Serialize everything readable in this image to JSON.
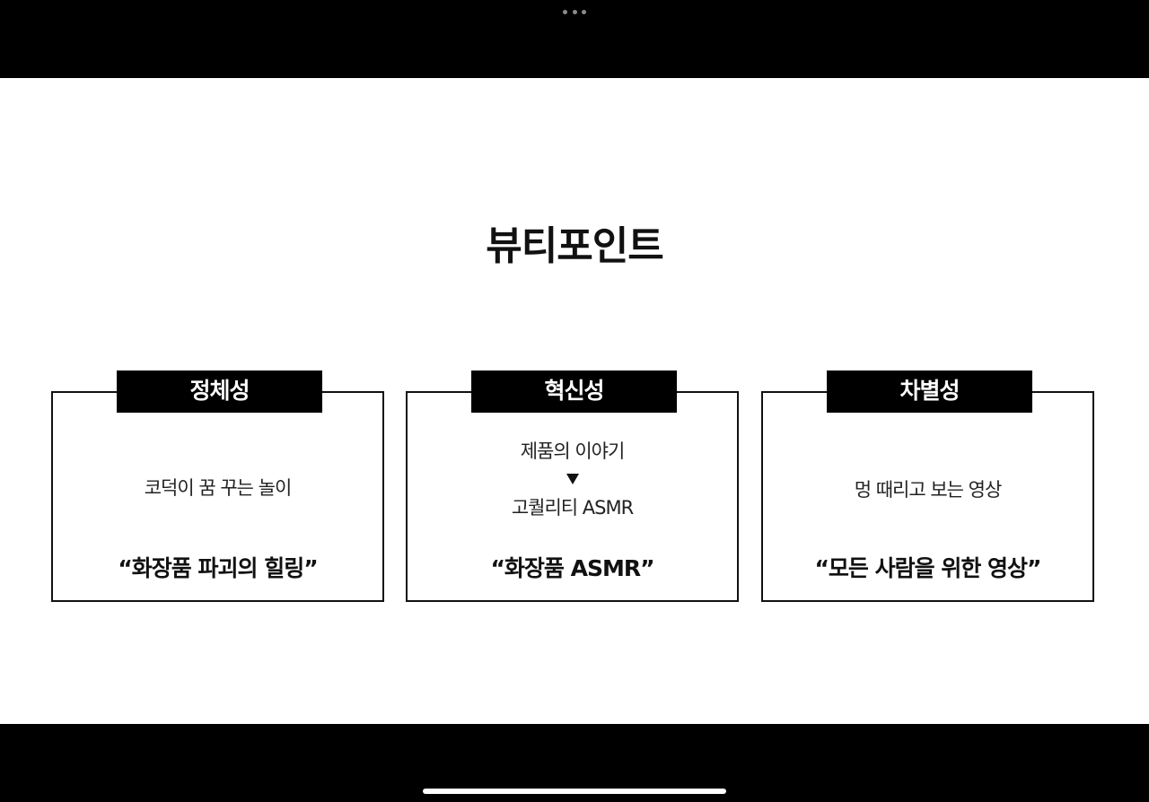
{
  "slide": {
    "title": "뷰티포인트",
    "cards": [
      {
        "tab": "정체성",
        "lines": [
          "코덕이 꿈 꾸는 놀이"
        ],
        "quote": "“화장품 파괴의 힐링”"
      },
      {
        "tab": "혁신성",
        "lines": [
          "제품의 이야기",
          "고퀄리티 ASMR"
        ],
        "arrow": "▼",
        "quote": "“화장품 ASMR”"
      },
      {
        "tab": "차별성",
        "lines": [
          "멍 때리고 보는 영상"
        ],
        "quote": "“모든 사람을 위한 영상”"
      }
    ]
  },
  "icons": {
    "more": "more-dots-icon",
    "home": "home-indicator"
  },
  "colors": {
    "background": "#000000",
    "slide": "#ffffff",
    "text": "#111111",
    "tab": "#000000"
  }
}
